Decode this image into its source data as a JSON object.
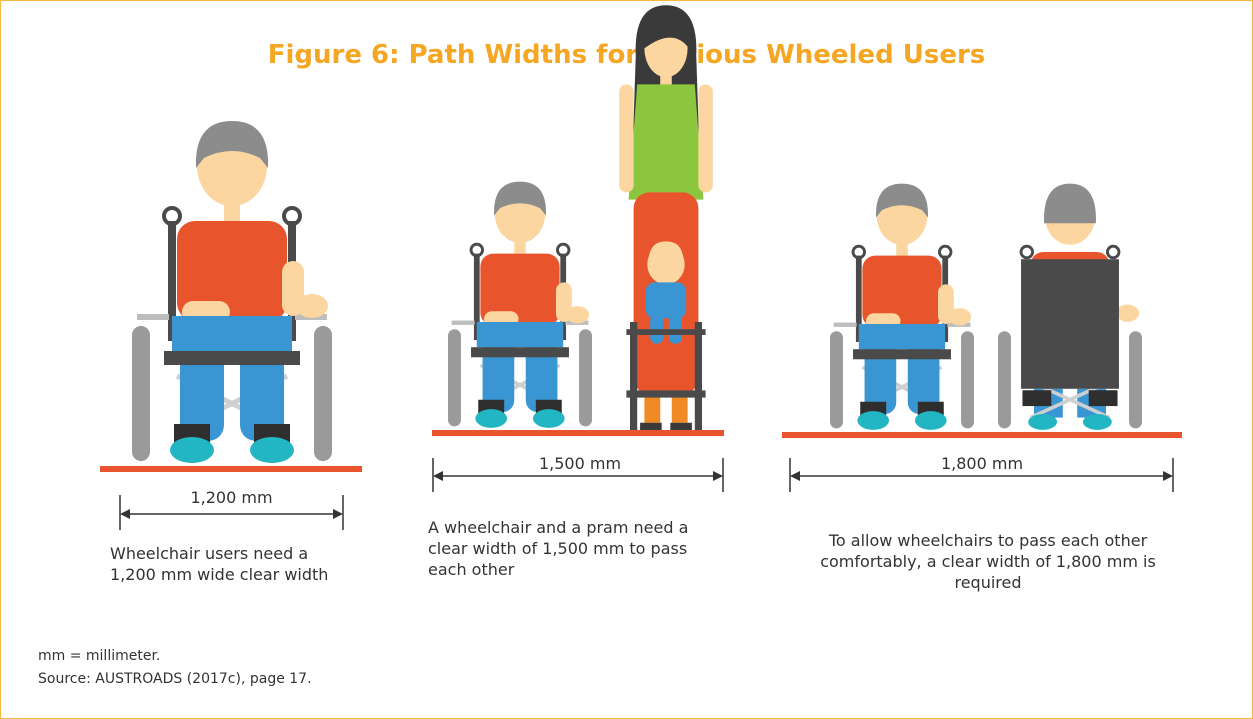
{
  "title": "Figure 6: Path Widths for Various Wheeled Users",
  "panels": [
    {
      "dimension": "1,200 mm",
      "caption": "Wheelchair users need a 1,200 mm wide clear width"
    },
    {
      "dimension": "1,500 mm",
      "caption": "A wheelchair and a pram need a clear width of 1,500 mm to pass each other"
    },
    {
      "dimension": "1,800 mm",
      "caption": "To allow wheelchairs to pass each other comfortably, a clear width of  1,800 mm is required"
    }
  ],
  "footnote": {
    "abbreviation": "mm = millimeter.",
    "source": "Source: AUSTROADS (2017c), page 17."
  },
  "colors": {
    "title": "#f5a623",
    "border": "#f6b93b",
    "ground": "#e8542b",
    "shirt": "#e8542b",
    "jeans": "#3a96d2",
    "skin": "#fbd6a0",
    "hair": "#8c8c8c",
    "chair": "#4a4a4a",
    "wheel": "#9a9a9a",
    "shoe": "#22b5c2",
    "woman_top": "#8cc63f",
    "woman_hair": "#3a3a3a"
  }
}
